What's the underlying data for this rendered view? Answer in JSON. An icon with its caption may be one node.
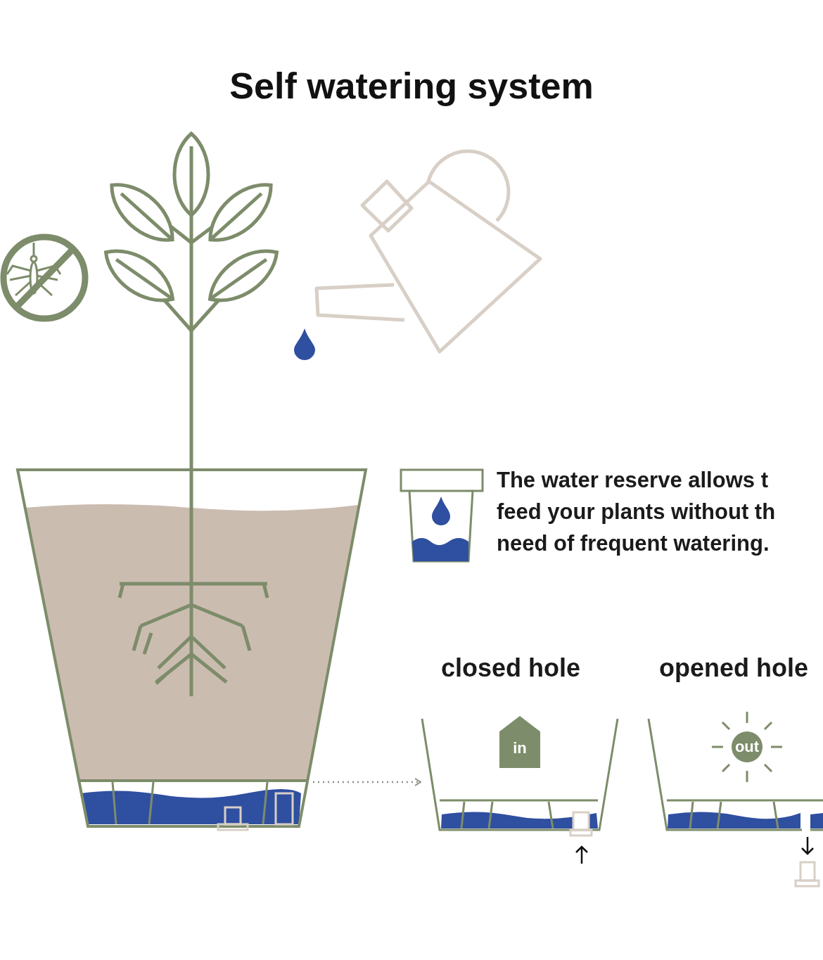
{
  "diagram": {
    "title": "Self watering system",
    "nodes": [
      {
        "text": [],
        "shape": "picture"
      },
      {
        "text": [
          "closed hole"
        ]
      },
      {
        "text": [
          "in"
        ],
        "in": 1
      },
      {
        "text": [
          "opened hole"
        ]
      },
      {
        "text": [
          "out"
        ],
        "in": 3
      }
    ],
    "edges": [
      {
        "from": 0,
        "to": 1,
        "arrow": "to",
        "style": "dashed"
      }
    ],
    "labels": [
      "The water reserve allows t feed your plants without th need of frequent watering."
    ]
  }
}
